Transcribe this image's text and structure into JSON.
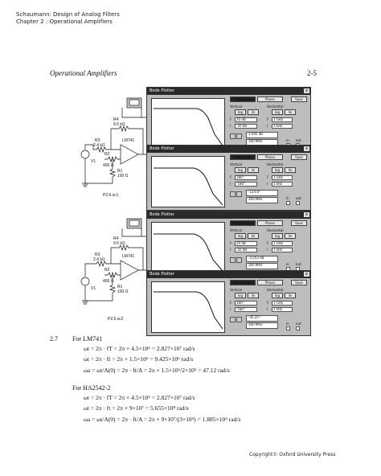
{
  "header": {
    "line1": "Schaumann: Design of Analog Filters",
    "line2": "Chapter 2 : Operational Amplifiers"
  },
  "section_title": "Operational Amplifiers",
  "page_number": "2-5",
  "circuit1": {
    "r3": "R3",
    "r3_val": "2.4 kΩ",
    "r4": "R4",
    "r4_val": "9.5 kΩ",
    "opamp": "LM741",
    "r2": "R2",
    "r2_val": "400 Ω",
    "r1": "R1",
    "r1_val": "100 Ω",
    "source": "V1",
    "caption": "P2.6.sc1"
  },
  "circuit2": {
    "r3": "R3",
    "r3_val": "2.4 kΩ",
    "r4": "R4",
    "r4_val": "9.5 kΩ",
    "opamp": "LM741",
    "r2": "R2",
    "r2_val": "400 Ω",
    "r1": "R1",
    "r1_val": "100 Ω",
    "source": "V1",
    "caption": "P2.6.sc2"
  },
  "bode_windows": [
    {
      "title": "Bode Plotter",
      "close": "x",
      "mode_a": "Magnitude",
      "mode_b": "Phase",
      "save": "Save",
      "vertical": "Vertical",
      "horizontal": "Horizontal",
      "log": "log",
      "lin": "lin",
      "v_f": "F",
      "v_i": "I",
      "h_f": "F",
      "h_i": "I",
      "v_f_val": "20 dB",
      "v_i_val": "-20 dB",
      "h_f_val": "1 GHz",
      "h_i_val": "1 kHz",
      "readout1": "3.095 dB",
      "readout2": "300 MHz",
      "ports_in": "in",
      "ports_out": "out"
    },
    {
      "title": "Bode Plotter",
      "close": "x",
      "mode_a": "Magnitude",
      "mode_b": "Phase",
      "save": "Save",
      "vertical": "Vertical",
      "horizontal": "Horizontal",
      "log": "log",
      "lin": "lin",
      "v_f": "F",
      "v_i": "I",
      "h_f": "F",
      "h_i": "I",
      "v_f_val": "180°",
      "v_i_val": "-180°",
      "h_f_val": "1 GHz",
      "h_i_val": "1 kHz",
      "readout1": "-124.8°",
      "readout2": "300 MHz",
      "ports_in": "in",
      "ports_out": "out"
    },
    {
      "title": "Bode Plotter",
      "close": "x",
      "mode_a": "Magnitude",
      "mode_b": "Phase",
      "save": "Save",
      "vertical": "Vertical",
      "horizontal": "Horizontal",
      "log": "log",
      "lin": "lin",
      "v_f": "F",
      "v_i": "I",
      "h_f": "F",
      "h_i": "I",
      "v_f_val": "20 dB",
      "v_i_val": "-20 dB",
      "h_f_val": "1 GHz",
      "h_i_val": "1 kHz",
      "readout1": "-3.253 dB",
      "readout2": "300 MHz",
      "ports_in": "in",
      "ports_out": "out"
    },
    {
      "title": "Bode Plotter",
      "close": "x",
      "mode_a": "Magnitude",
      "mode_b": "Phase",
      "save": "Save",
      "vertical": "Vertical",
      "horizontal": "Horizontal",
      "log": "log",
      "lin": "lin",
      "v_f": "F",
      "v_i": "I",
      "h_f": "F",
      "h_i": "I",
      "v_f_val": "180°",
      "v_i_val": "-180°",
      "h_f_val": "1 GHz",
      "h_i_val": "1 kHz",
      "readout1": "-45.35°",
      "readout2": "300 MHz",
      "ports_in": "in",
      "ports_out": "out"
    }
  ],
  "solution": {
    "problem_no": "2.7",
    "lm741_heading": "For LM741",
    "lm741_eq1": "ωt = 2π · fT = 2π × 4.5×10⁶ = 2.827×10⁷ rad/s",
    "lm741_eq2": "ωt = 2π · ft = 2π × 1.5×10⁶ = 9.425×10⁶ rad/s",
    "lm741_eq3": "ωa = ωt/A(0) = 2π · ft/A = 2π × 1.5×10⁶/2×10⁵ = 47.12 rad/s",
    "ha_heading": "For HA2542-2",
    "ha_eq1": "ωt = 2π · fT = 2π × 4.5×10⁶ = 2.827×10⁷ rad/s",
    "ha_eq2": "ωt = 2π · ft = 2π × 9×10⁷ = 5.655×10⁸ rad/s",
    "ha_eq3": "ωa = ωt/A(0) = 2π · ft/A = 2π × 9×10⁷/(3×10⁴) = 1.885×10⁴ rad/s"
  },
  "footer": "Copyright© Oxford University Press"
}
